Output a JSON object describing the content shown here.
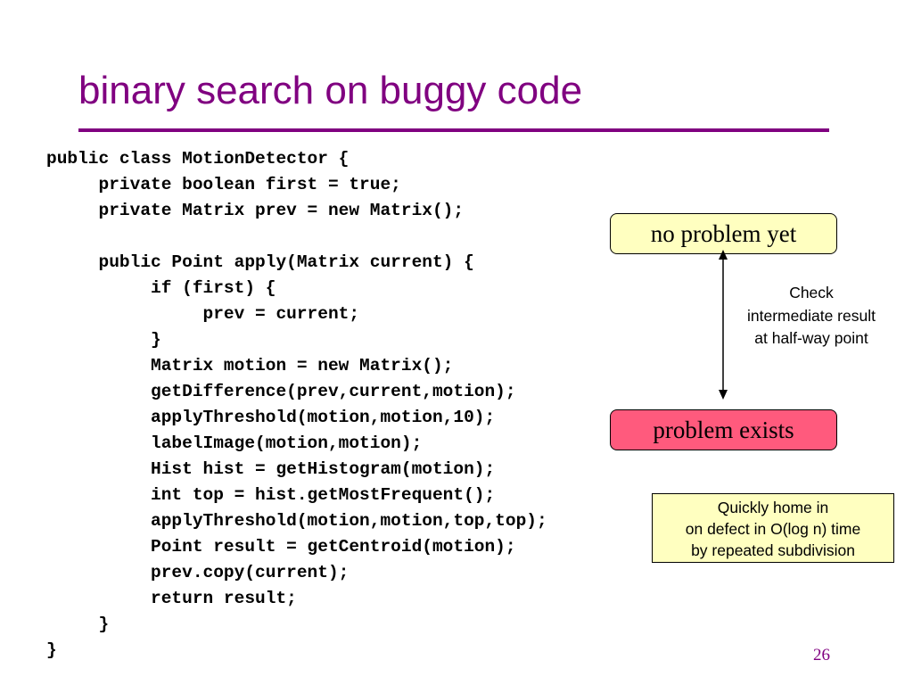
{
  "slide": {
    "title": "binary search on buggy code",
    "page_number": "26",
    "colors": {
      "title": "#800080",
      "yellow_box": "#ffffc0",
      "red_box": "#ff5a7d"
    }
  },
  "code_lines": [
    "public class MotionDetector {",
    "     private boolean first = true;",
    "     private Matrix prev = new Matrix();",
    "",
    "     public Point apply(Matrix current) {",
    "          if (first) {",
    "               prev = current;",
    "          }",
    "          Matrix motion = new Matrix();",
    "          getDifference(prev,current,motion);",
    "          applyThreshold(motion,motion,10);",
    "          labelImage(motion,motion);",
    "          Hist hist = getHistogram(motion);",
    "          int top = hist.getMostFrequent();",
    "          applyThreshold(motion,motion,top,top);",
    "          Point result = getCentroid(motion);",
    "          prev.copy(current);",
    "          return result;",
    "     }",
    "}"
  ],
  "callouts": {
    "no_problem": "no problem yet",
    "problem": "problem exists",
    "check_lines": [
      "Check",
      "intermediate result",
      "at half-way point"
    ],
    "quick_lines": [
      "Quickly home in",
      "on defect in O(log n) time",
      "by repeated subdivision"
    ]
  }
}
